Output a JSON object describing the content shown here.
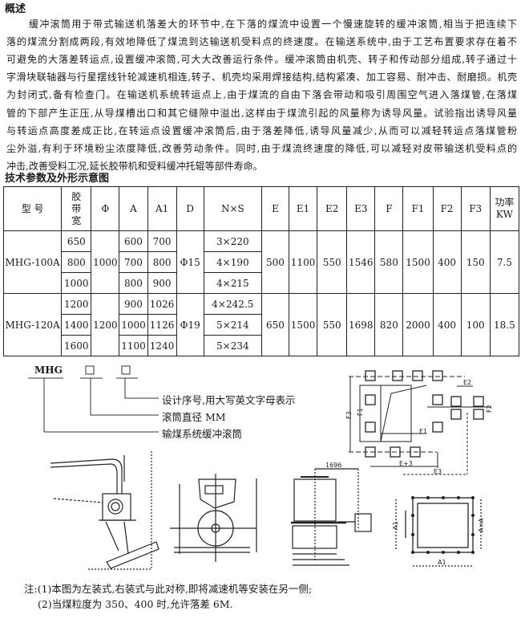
{
  "section_title": "概述",
  "paragraph_lines": [
    "缓冲滚筒用于带式输送机落差大的环节中,在下落的煤流中设置一个慢速旋转的缓冲滚筒,相当于把连续下",
    "落的煤流分割成两段,有效地降低了煤流到达输送机受料点的终速度。在输送系统中,由于工艺布置要求存在着不",
    "可避免的大落差转运点,设置缓冲滚筒,可大大改善运行条件。缓冲滚筒由机壳、转子和传动部分组成,转子通过十",
    "字滑块联轴器与行星摆线针轮减速机相连,转子、机壳均采用焊接结构,结构紧凑、加工容易、耐冲击、耐磨损。机壳",
    "为封闭式,备有检查门。在输送机系统转运点上,由于煤流的自由下落会带动和吸引周围空气进入落煤管,在落煤",
    "管的下部产生正压,从导煤槽出口和其它缝隙中溢出,这样由于煤流引起的风量称为诱导风量。试验指出诱导风量",
    "与转运点高度差成正比,在转运点设置缓冲滚筒后,由于落差降低,诱导风量减少,从而可以减轻转运点落煤管粉",
    "尘外溢,有利于环境粉尘浓度降低,改善劳动条件。同时,由于煤流终速度的降低,可以减轻对皮带输送机受料点的",
    "冲击,改善受料工况,延长胶带机和受料缓冲托辊等部件寿命。"
  ],
  "table_title": "技术参数及外形示意图",
  "table": {
    "headers": [
      "型 号",
      "胶带宽",
      "Φ",
      "A",
      "A1",
      "D",
      "N×S",
      "E",
      "E1",
      "E2",
      "E3",
      "F",
      "F1",
      "F2",
      "F3",
      "功率KW"
    ],
    "models": [
      {
        "model": "MHG-100A",
        "phi": "1000",
        "D": "Φ15",
        "rows": [
          {
            "belt": "650",
            "A": "600",
            "A1": "700",
            "NxS": "3×220"
          },
          {
            "belt": "800",
            "A": "700",
            "A1": "800",
            "NxS": "4×190"
          },
          {
            "belt": "1000",
            "A": "800",
            "A1": "900",
            "NxS": "4×215"
          }
        ],
        "E": "500",
        "E1": "1100",
        "E2": "550",
        "E3": "1546",
        "F": "580",
        "F1": "1500",
        "F2": "400",
        "F3": "150",
        "power": "7.5"
      },
      {
        "model": "MHG-120A",
        "phi": "1200",
        "D": "Φ19",
        "rows": [
          {
            "belt": "1200",
            "A": "900",
            "A1": "1026",
            "NxS": "4×242.5"
          },
          {
            "belt": "1400",
            "A": "1000",
            "A1": "1126",
            "NxS": "5×214"
          },
          {
            "belt": "1600",
            "A": "1100",
            "A1": "1240",
            "NxS": "5×234"
          }
        ],
        "E": "650",
        "E1": "1500",
        "E2": "550",
        "E3": "1698",
        "F": "820",
        "F1": "2000",
        "F2": "400",
        "F3": "100",
        "power": "18.5"
      }
    ]
  },
  "model_code": {
    "prefix": "MHG",
    "labels": [
      "设计序号,用大写英文字母表示",
      "滚筒直径 MM",
      "输煤系统缓冲滚筒"
    ]
  },
  "drawing_labels": {
    "F3": "F3",
    "F1": "F1",
    "F2": "F2",
    "E1": "E1",
    "E2": "E2",
    "E3": "E3",
    "Ex3": "E+3",
    "dim1696": "1696",
    "A1": "A1",
    "A1v": "A1",
    "AxA": "A×A"
  },
  "notes": [
    "注:(1)本图为左装式,右装式与此对称,即将减速机等安装在另一侧;",
    "(2)当煤粒度为 350、400 时,允许落差 6M."
  ]
}
